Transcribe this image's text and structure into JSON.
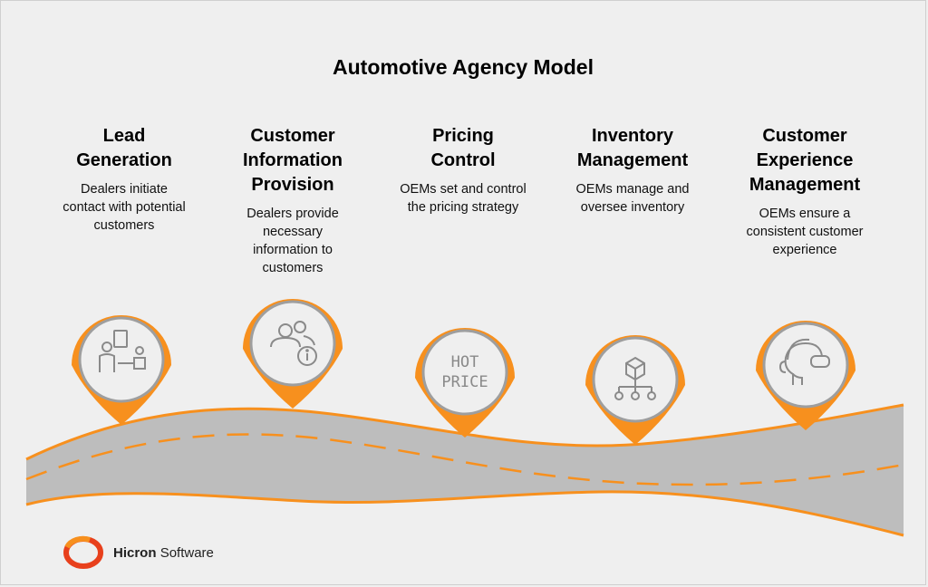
{
  "title": "Automotive Agency Model",
  "steps": [
    {
      "heading": "Lead Generation",
      "description": "Dealers initiate contact with potential customers",
      "icon": "dealer-customer-icon"
    },
    {
      "heading": "Customer Information Provision",
      "description": "Dealers provide necessary information to customers",
      "icon": "users-info-icon"
    },
    {
      "heading": "Pricing Control",
      "description": "OEMs set and control the pricing strategy",
      "icon": "hot-price-icon",
      "icon_text": [
        "HOT",
        "PRICE"
      ]
    },
    {
      "heading": "Inventory Management",
      "description": "OEMs manage and oversee inventory",
      "icon": "inventory-hierarchy-icon"
    },
    {
      "heading": "Customer Experience Management",
      "description": "OEMs ensure a consistent customer experience",
      "icon": "headset-agent-icon"
    }
  ],
  "logo": {
    "brand": "Hicron",
    "suffix": "Software"
  },
  "colors": {
    "accent": "#f7901e",
    "road": "#bdbdbd",
    "pin_border": "#9e9e9e",
    "background": "#efefef"
  }
}
